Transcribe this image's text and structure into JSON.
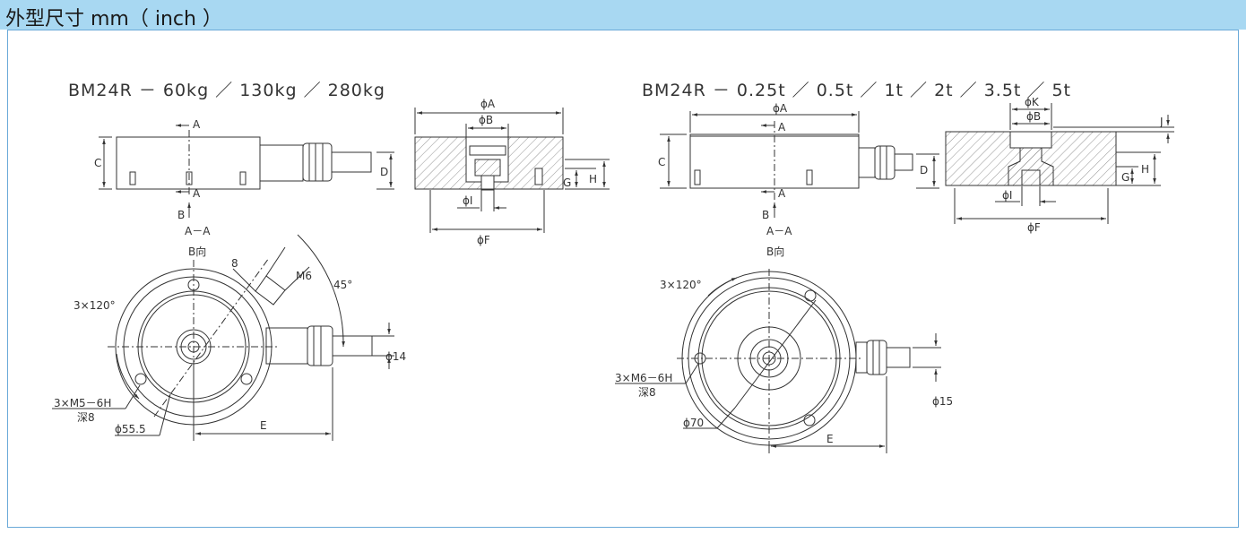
{
  "header": {
    "title": "外型尺寸 mm（ inch ）"
  },
  "colors": {
    "header_bg": "#a8d8f2",
    "panel_border": "#6aa9d8",
    "line": "#333333"
  },
  "left_drawing": {
    "title": "BM24R － 60kg ／ 130kg ／ 280kg",
    "labels": {
      "section_mark_top": "A",
      "section_mark_bottom": "A",
      "view_b": "B",
      "dim_c": "C",
      "dim_d": "D",
      "section_aa": "A－A",
      "view_b_dir": "B向",
      "dim_phi_a": "ϕA",
      "dim_phi_b": "ϕB",
      "dim_phi_i": "ϕI",
      "dim_phi_f": "ϕF",
      "dim_g": "G",
      "dim_h": "H",
      "bolt_circle": "3×120°",
      "dim_8": "8",
      "dim_m6": "M6",
      "angle_45": "45°",
      "dim_phi14": "ϕ14",
      "tap_holes": "3×M5－6H",
      "tap_depth": "深8",
      "dim_phi555": "ϕ55.5",
      "dim_e": "E"
    }
  },
  "right_drawing": {
    "title": "BM24R － 0.25t ／ 0.5t ／ 1t ／ 2t ／ 3.5t ／ 5t",
    "labels": {
      "dim_phi_a": "ϕA",
      "section_mark_top": "A",
      "section_mark_bottom": "A",
      "view_b": "B",
      "dim_c": "C",
      "dim_d": "D",
      "section_aa": "A－A",
      "view_b_dir": "B向",
      "dim_phi_k": "ϕK",
      "dim_phi_b": "ϕB",
      "dim_j": "J",
      "dim_g": "G",
      "dim_h": "H",
      "dim_phi_i": "ϕI",
      "dim_phi_f": "ϕF",
      "bolt_circle": "3×120°",
      "tap_holes": "3×M6－6H",
      "tap_depth": "深8",
      "dim_phi70": "ϕ70",
      "dim_phi15": "ϕ15",
      "dim_e": "E"
    }
  }
}
